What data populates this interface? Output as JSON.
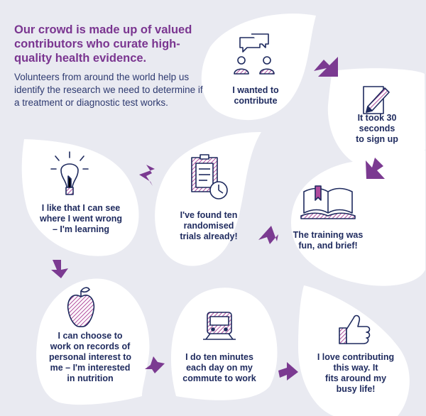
{
  "heading": "Our crowd is made up of valued contributors who curate high-quality health evidence.",
  "intro": "Volunteers from around the world help us identify the research we need to determine if a treatment or diagnostic test works.",
  "colors": {
    "accent": "#7b3a91",
    "navy": "#1e2a5e",
    "background": "#e9eaf1",
    "hatch": "#b04b9d"
  },
  "steps": [
    {
      "icon": "chat-people-icon",
      "lines": [
        "I wanted to",
        "contribute"
      ]
    },
    {
      "icon": "pencil-paper-icon",
      "lines": [
        "It took 30",
        "seconds",
        "to sign up"
      ]
    },
    {
      "icon": "open-book-icon",
      "lines": [
        "The training was",
        "fun, and brief!"
      ]
    },
    {
      "icon": "clipboard-clock-icon",
      "lines": [
        "I've found ten",
        "randomised",
        "trials already!"
      ]
    },
    {
      "icon": "lightbulb-icon",
      "lines": [
        "I like that I can see",
        "where I went wrong",
        "– I'm learning"
      ]
    },
    {
      "icon": "apple-icon",
      "lines": [
        "I can choose to",
        "work on records of",
        "personal interest to",
        "me – I'm interested",
        "in nutrition"
      ]
    },
    {
      "icon": "train-icon",
      "lines": [
        "I do ten minutes",
        "each day on my",
        "commute to work"
      ]
    },
    {
      "icon": "thumbs-up-icon",
      "lines": [
        "I love contributing",
        "this way. It",
        "fits around my",
        "busy life!"
      ]
    }
  ]
}
